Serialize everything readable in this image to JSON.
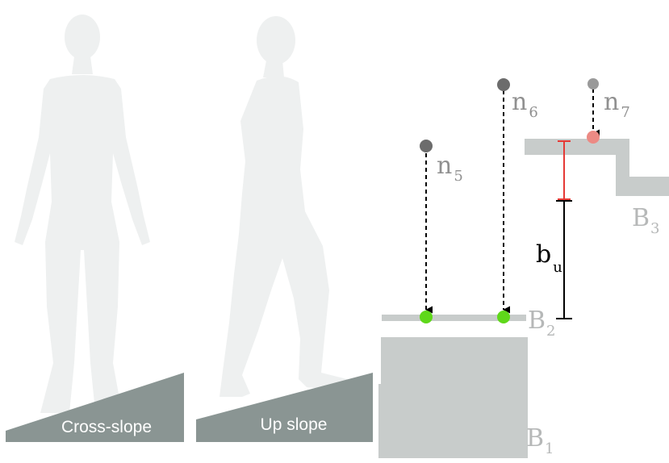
{
  "slopes": {
    "cross_label": "Cross-slope",
    "up_label": "Up slope"
  },
  "blocks": {
    "b1_base": "B",
    "b1_sub": "1",
    "b2_base": "B",
    "b2_sub": "2",
    "b3_base": "B",
    "b3_sub": "3"
  },
  "nodes": {
    "n5_base": "n",
    "n5_sub": "5",
    "n6_base": "n",
    "n6_sub": "6",
    "n7_base": "n",
    "n7_sub": "7"
  },
  "dimension": {
    "base": "b",
    "sub": "u"
  },
  "colors": {
    "figure": "#eef0f0",
    "slope": "#8a9593",
    "block": "#c8cccb",
    "node_dark": "#6c6c6c",
    "node_light": "#9a9a9a",
    "contact_green": "#5fd81a",
    "contact_red": "#ec8a84",
    "red_marker": "#e53935",
    "label_gray": "#b6b8b8"
  }
}
